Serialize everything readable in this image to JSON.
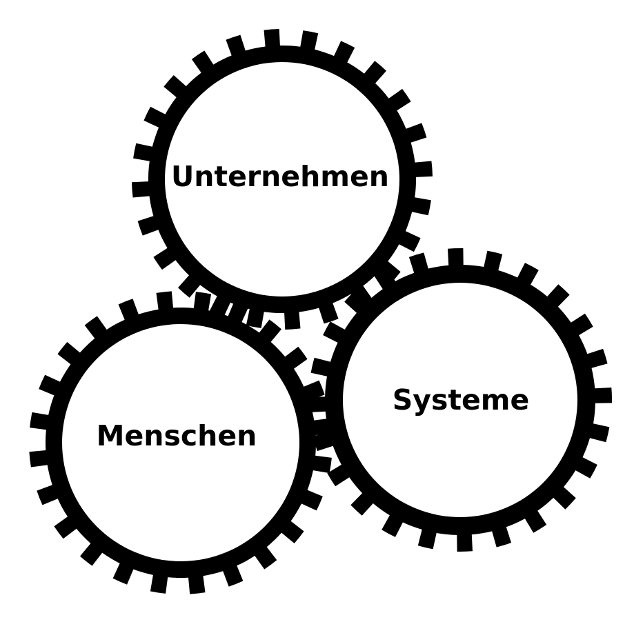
{
  "diagram": {
    "gears": [
      {
        "id": "unternehmen",
        "label": "Unternehmen"
      },
      {
        "id": "menschen",
        "label": "Menschen"
      },
      {
        "id": "systeme",
        "label": "Systeme"
      }
    ]
  },
  "colors": {
    "gear": "#000000",
    "face": "#ffffff",
    "text": "#000000",
    "background": "#ffffff"
  }
}
